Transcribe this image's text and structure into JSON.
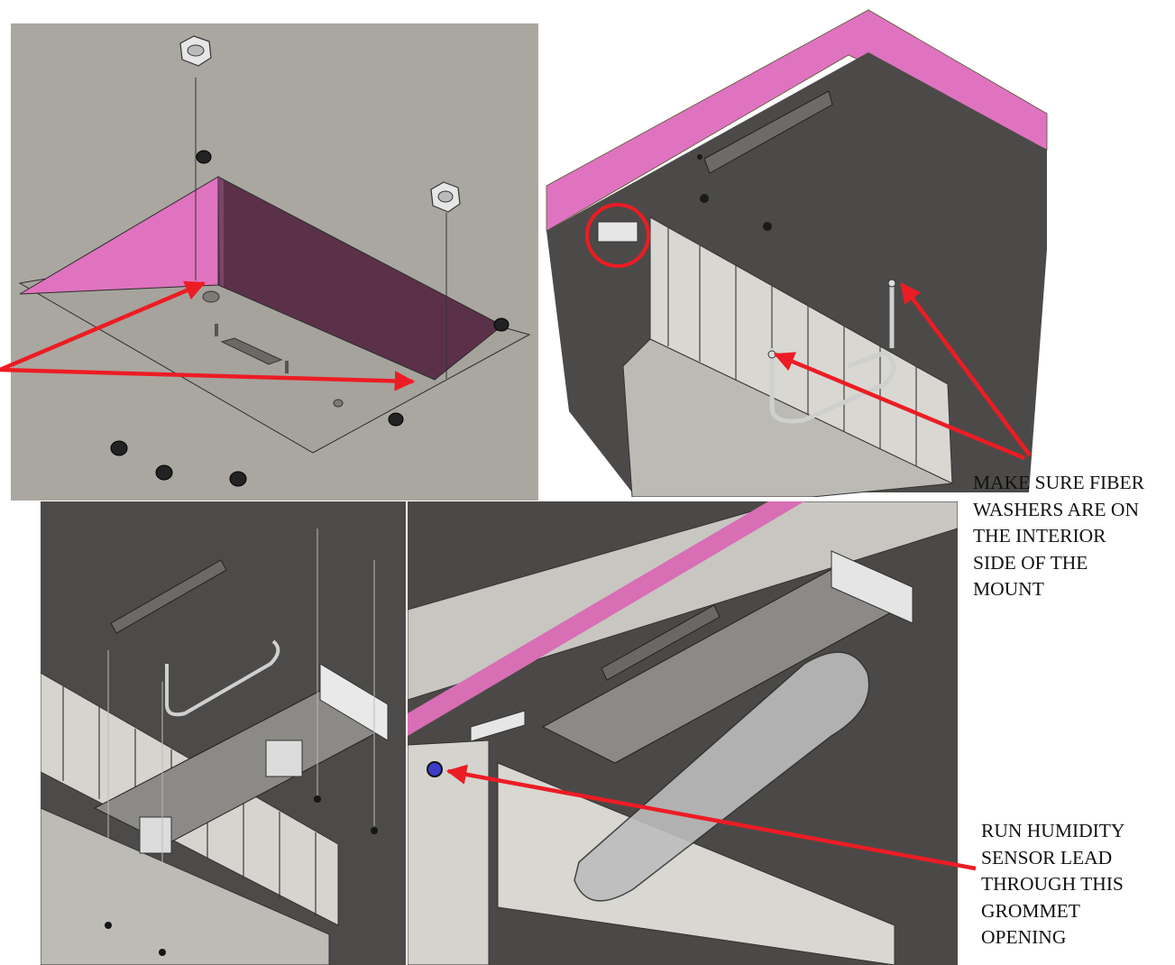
{
  "callouts": {
    "fiber_washers": {
      "lines": [
        "MAKE SURE FIBER",
        "WASHERS ARE ON",
        "THE INTERIOR",
        "SIDE OF THE",
        "MOUNT"
      ]
    },
    "humidity_sensor": {
      "lines": [
        "RUN HUMIDITY",
        "SENSOR LEAD",
        "THROUGH THIS",
        "GROMMET",
        "OPENING"
      ]
    }
  },
  "colors": {
    "annotation_red": "#ec1c24",
    "panel_gray_light": "#a9a6a0",
    "panel_gray_dark": "#4b4947",
    "gasket_pink": "#e070bd",
    "gasket_purple": "#5a2f4b",
    "grommet_blue": "#3c3cc8"
  }
}
